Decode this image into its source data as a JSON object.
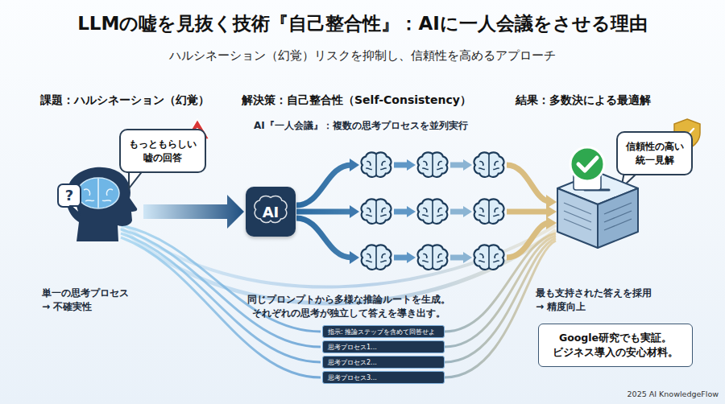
{
  "diagram": {
    "title": "LLMの嘘を見抜く技術『自己整合性』：AIに一人会議をさせる理由",
    "nodes": [
      {
        "text": [
          "もっともらしい 嘘の回答"
        ]
      },
      {
        "text": [
          "AI"
        ]
      },
      {
        "text": [
          "信頼性の高い 統一見解"
        ]
      },
      {
        "text": [
          "指示: 推論ステップを含めて回答せよ"
        ]
      },
      {
        "text": [
          "思考プロセス1..."
        ]
      },
      {
        "text": [
          "思考プロセス2..."
        ]
      },
      {
        "text": [
          "思考プロセス3..."
        ]
      },
      {
        "text": [
          "Google研究でも実証。 ビジネス導入の安心材料。"
        ]
      }
    ],
    "labels": [
      "ハルシネーション（幻覚）リスクを抑制し、信頼性を高めるアプローチ",
      "課題：ハルシネーション（幻覚）",
      "解決策：自己整合性（Self-Consistency）",
      "結果：多数決による最適解",
      "AI『一人会議』：複数の思考プロセスを並列実行",
      "?",
      "!",
      "単一の思考プロセス → 不確実性",
      "同じプロンプトから多様な推論ルートを生成。 それぞれの思考が独立して答えを導き出す。",
      "最も支持された答えを採用 → 精度向上",
      "2025 AI KnowledgeFlow"
    ]
  }
}
